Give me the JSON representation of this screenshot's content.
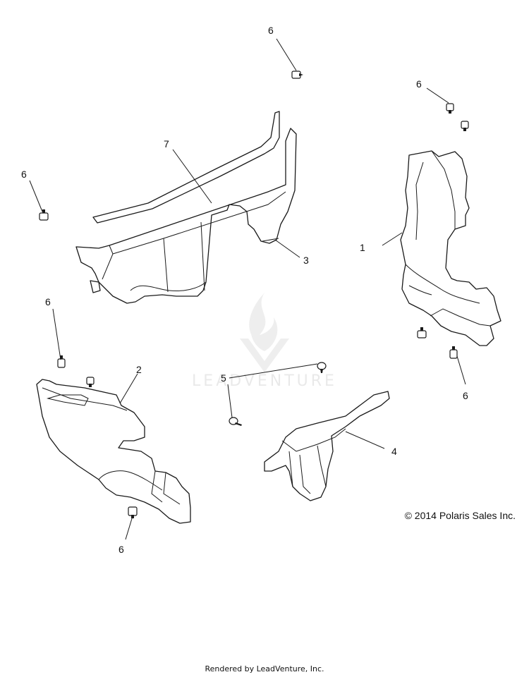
{
  "diagram": {
    "callouts": {
      "c1": "1",
      "c2": "2",
      "c3": "3",
      "c4": "4",
      "c5": "5",
      "c6_a": "6",
      "c6_b": "6",
      "c6_c": "6",
      "c6_d": "6",
      "c6_e": "6",
      "c6_f": "6",
      "c7": "7"
    },
    "copyright": "© 2014 Polaris Sales Inc.",
    "watermark": "LEADVENTURE",
    "footer": "Rendered by LeadVenture, Inc."
  }
}
